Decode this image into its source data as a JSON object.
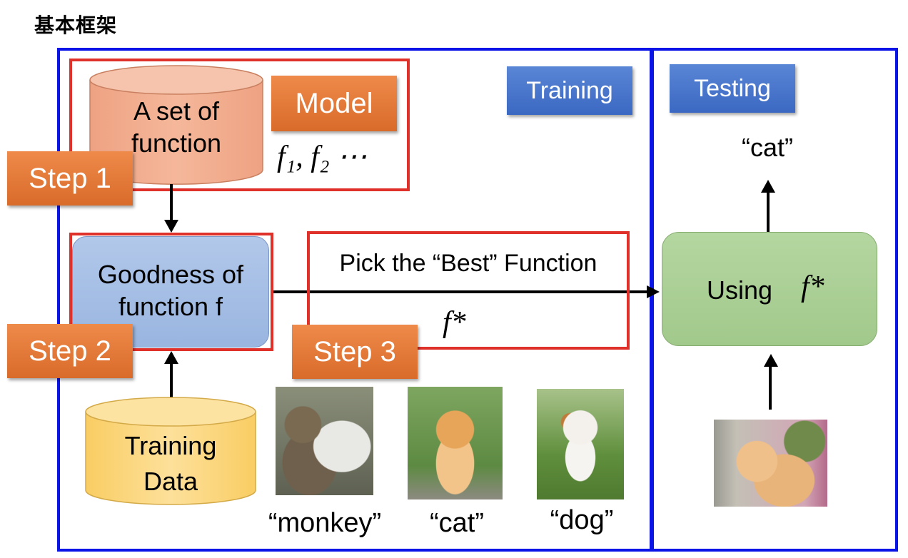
{
  "title": "基本框架",
  "sections": {
    "training_label": "Training",
    "testing_label": "Testing"
  },
  "steps": {
    "step1": "Step 1",
    "step2": "Step 2",
    "step3": "Step 3"
  },
  "step1": {
    "cylinder_text_line1": "A set of",
    "cylinder_text_line2": "function",
    "model_label": "Model",
    "functions_text": "f₁, f₂ ⋯"
  },
  "step2": {
    "box_text_line1": "Goodness of",
    "box_text_line2": "function f"
  },
  "step3": {
    "pick_text": "Pick the “Best” Function",
    "best_function": "f*"
  },
  "training_data": {
    "cylinder_text_line1": "Training",
    "cylinder_text_line2": "Data",
    "samples": [
      {
        "label": "“monkey”",
        "image": "monkey-photo"
      },
      {
        "label": "“cat”",
        "image": "cat-photo"
      },
      {
        "label": "“dog”",
        "image": "dog-photo"
      }
    ]
  },
  "testing": {
    "using_text": "Using",
    "using_function": "f*",
    "output_label": "“cat”",
    "input_image": "cat-photo"
  },
  "colors": {
    "frame_blue": "#0a14e6",
    "frame_red": "#e0302a",
    "tag_orange": "#e07a38",
    "tag_blue": "#4a76cc",
    "cylinder_salmon": "#f0a888",
    "cylinder_yellow": "#fbd678",
    "goodness_box": "#a9c2e6",
    "using_box": "#a8cf92"
  }
}
